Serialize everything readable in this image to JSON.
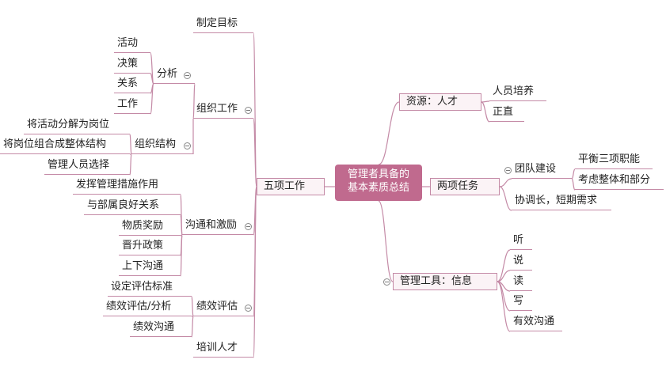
{
  "root": {
    "line1": "管理者具备的",
    "line2": "基本素质总结"
  },
  "left": {
    "wuxiang": "五项工作",
    "zhiding": "制定目标",
    "zuzhi": "组织工作",
    "fenxi": "分析",
    "fenxi_items": [
      "活动",
      "决策",
      "关系",
      "工作"
    ],
    "jiegou": "组织结构",
    "jiegou_items": [
      "将活动分解为岗位",
      "将岗位组合成整体结构",
      "管理人员选择"
    ],
    "goutong": "沟通和激励",
    "goutong_items": [
      "发挥管理措施作用",
      "与部属良好关系",
      "物质奖励",
      "晋升政策",
      "上下沟通"
    ],
    "jixiao": "绩效评估",
    "jixiao_items": [
      "设定评估标准",
      "绩效评估/分析",
      "绩效沟通"
    ],
    "peixun": "培训人才"
  },
  "right": {
    "ziyuan": "资源：人才",
    "ziyuan_items": [
      "人员培养",
      "正直"
    ],
    "liangxiang": "两项任务",
    "tuandui": "团队建设",
    "tuandui_items": [
      "平衡三项职能",
      "考虑整体和部分"
    ],
    "xietiao": "协调长，短期需求",
    "gongju": "管理工具：信息",
    "gongju_items": [
      "听",
      "说",
      "读",
      "写",
      "有效沟通"
    ]
  },
  "colors": {
    "line": "#c48aa6",
    "root": "#c06a8e",
    "box_bg": "#fbf3f6"
  }
}
